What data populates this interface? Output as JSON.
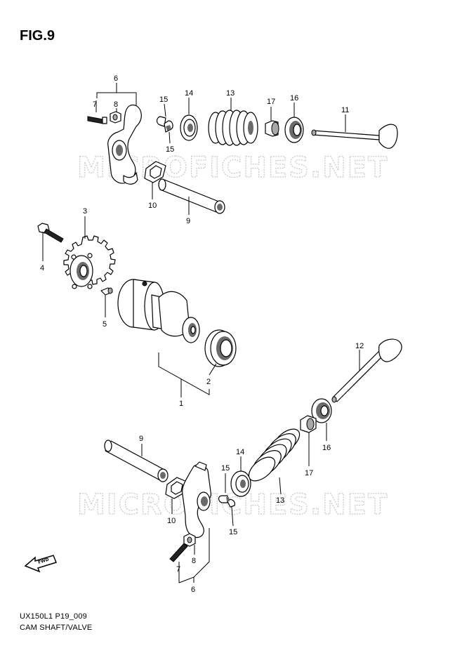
{
  "figure_title": "FIG.9",
  "footer": {
    "code": "UX150L1 P19_009",
    "name": "CAM SHAFT/VALVE"
  },
  "watermark": "MICROFICHES.NET",
  "forward_label": "FWD",
  "callouts": {
    "upper_6": "6",
    "upper_7": "7",
    "upper_8": "8",
    "upper_15a": "15",
    "upper_15b": "15",
    "upper_14": "14",
    "upper_13": "13",
    "upper_17": "17",
    "upper_16": "16",
    "upper_11": "11",
    "upper_10": "10",
    "upper_9": "9",
    "mid_3": "3",
    "mid_4": "4",
    "mid_5": "5",
    "mid_2": "2",
    "mid_1": "1",
    "mid_12": "12",
    "lower_9": "9",
    "lower_10": "10",
    "lower_15a": "15",
    "lower_15b": "15",
    "lower_14": "14",
    "lower_13": "13",
    "lower_17": "17",
    "lower_16": "16",
    "lower_8": "8",
    "lower_7": "7",
    "lower_6": "6"
  },
  "colors": {
    "ink": "#000000",
    "watermark": "#c8c8c8",
    "shade": "#6a6a6a"
  }
}
